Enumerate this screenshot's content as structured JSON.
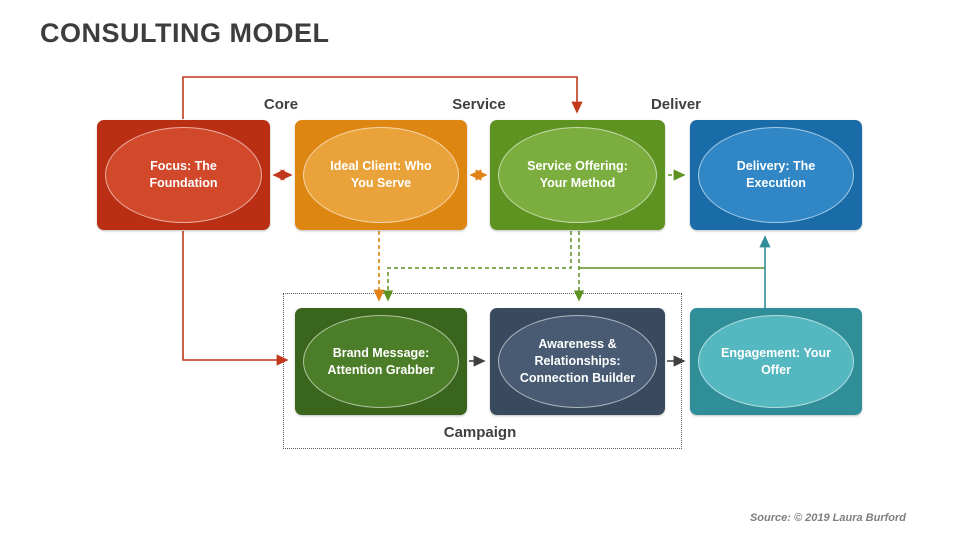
{
  "title": "CONSULTING MODEL",
  "section_labels": {
    "core": "Core",
    "service": "Service",
    "deliver": "Deliver",
    "campaign": "Campaign"
  },
  "nodes": {
    "focus": {
      "label": "Focus: The Foundation",
      "box_color": "#ba2f14",
      "ellipse_color": "#d2482b"
    },
    "ideal": {
      "label": "Ideal Client: Who You Serve",
      "box_color": "#dd8712",
      "ellipse_color": "#eaa33b"
    },
    "service": {
      "label": "Service Offering: Your Method",
      "box_color": "#5f9321",
      "ellipse_color": "#7bae3e"
    },
    "delivery": {
      "label": "Delivery: The Execution",
      "box_color": "#1a6ca8",
      "ellipse_color": "#3187c6"
    },
    "brand": {
      "label": "Brand Message: Attention Grabber",
      "box_color": "#3a651c",
      "ellipse_color": "#4c7d28"
    },
    "awareness": {
      "label": "Awareness & Relationships: Connection Builder",
      "box_color": "#394a5e",
      "ellipse_color": "#485b72"
    },
    "engagement": {
      "label": "Engagement: Your Offer",
      "box_color": "#2f8e98",
      "ellipse_color": "#55b7c0"
    }
  },
  "arrow_colors": {
    "red": "#c0391b",
    "orange": "#e08214",
    "green": "#5e9122",
    "teal": "#2f8e98",
    "dark": "#3f3f3f"
  },
  "source": "Source: © 2019 Laura Burford"
}
